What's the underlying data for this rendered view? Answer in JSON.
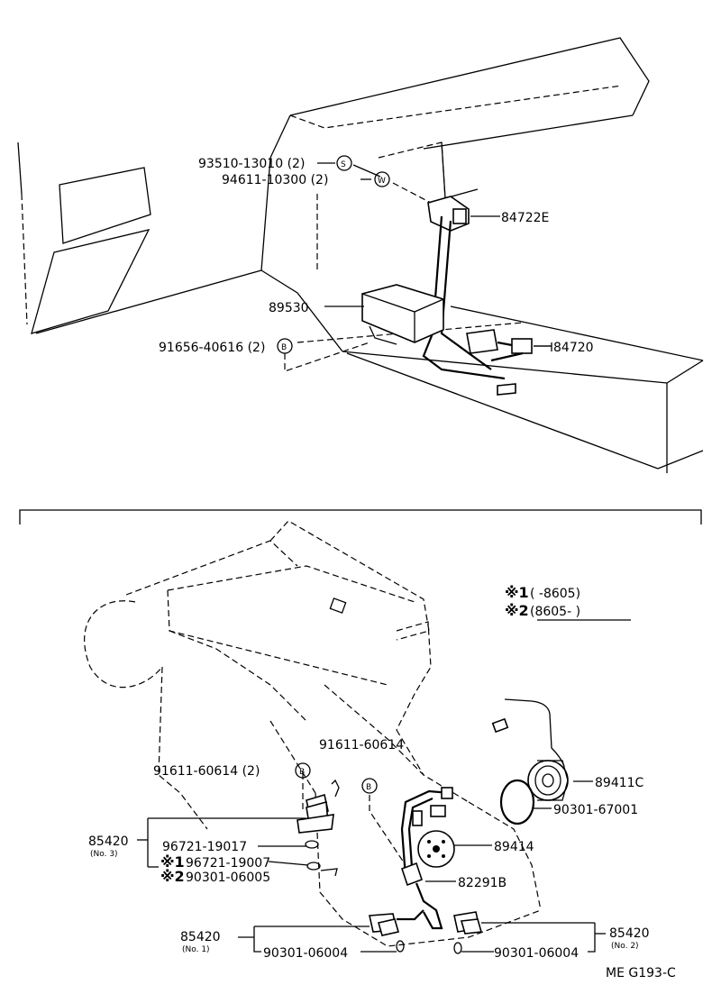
{
  "labels": {
    "p93510": "93510-13010 (2)",
    "p94611": "94611-10300 (2)",
    "p84722E": "84722E",
    "p89530": "89530",
    "p84720": "84720",
    "p91656": "91656-40616 (2)",
    "p91611a": "91611-60614",
    "p91611b": "91611-60614 (2)",
    "p89411C": "89411C",
    "p90301_67001": "90301-67001",
    "p89414": "89414",
    "p82291B": "82291B",
    "p85420": "85420",
    "no3": "(No. 3)",
    "no1": "(No. 1)",
    "no2": "(No. 2)",
    "p96721_19017": "96721-19017",
    "p96721_19007": "96721-19007",
    "p90301_06005": "90301-06005",
    "p90301_06004": "90301-06004",
    "note1_mark": "※1",
    "note1_text": "(         -8605)",
    "note2_mark": "※2",
    "note2_text": "(8605-         )",
    "mark1": "※1",
    "mark2": "※2",
    "footer": "ME  G193-C"
  },
  "symbols": {
    "s": "S",
    "w": "W",
    "b": "B"
  }
}
